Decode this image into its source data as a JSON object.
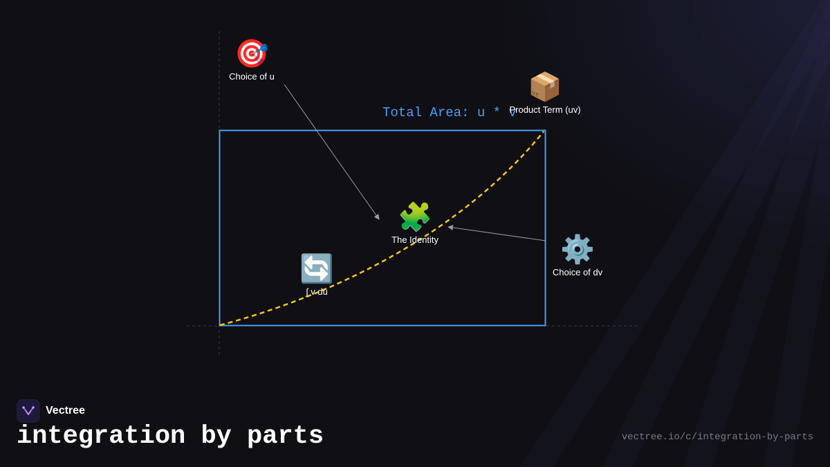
{
  "diagram": {
    "area_label": "Total Area: u * v",
    "nodes": {
      "choice_u": {
        "emoji": "🎯",
        "label": "Choice of u"
      },
      "product_term": {
        "emoji": "📦",
        "label": "Product Term (uv)"
      },
      "identity": {
        "emoji": "🧩",
        "label": "The Identity"
      },
      "integral_vdu": {
        "emoji": "🔄",
        "label": "∫ v du"
      },
      "choice_dv": {
        "emoji": "⚙️",
        "label": "Choice of dv"
      }
    },
    "colors": {
      "rectangle": "#4a9ff5",
      "curve": "#f5c518",
      "arrow": "#9a9aa2",
      "axis": "#3a3a44"
    }
  },
  "footer": {
    "brand_name": "Vectree",
    "brand_icon": "vectree-logo-icon",
    "title": "integration by parts",
    "url": "vectree.io/c/integration-by-parts"
  }
}
